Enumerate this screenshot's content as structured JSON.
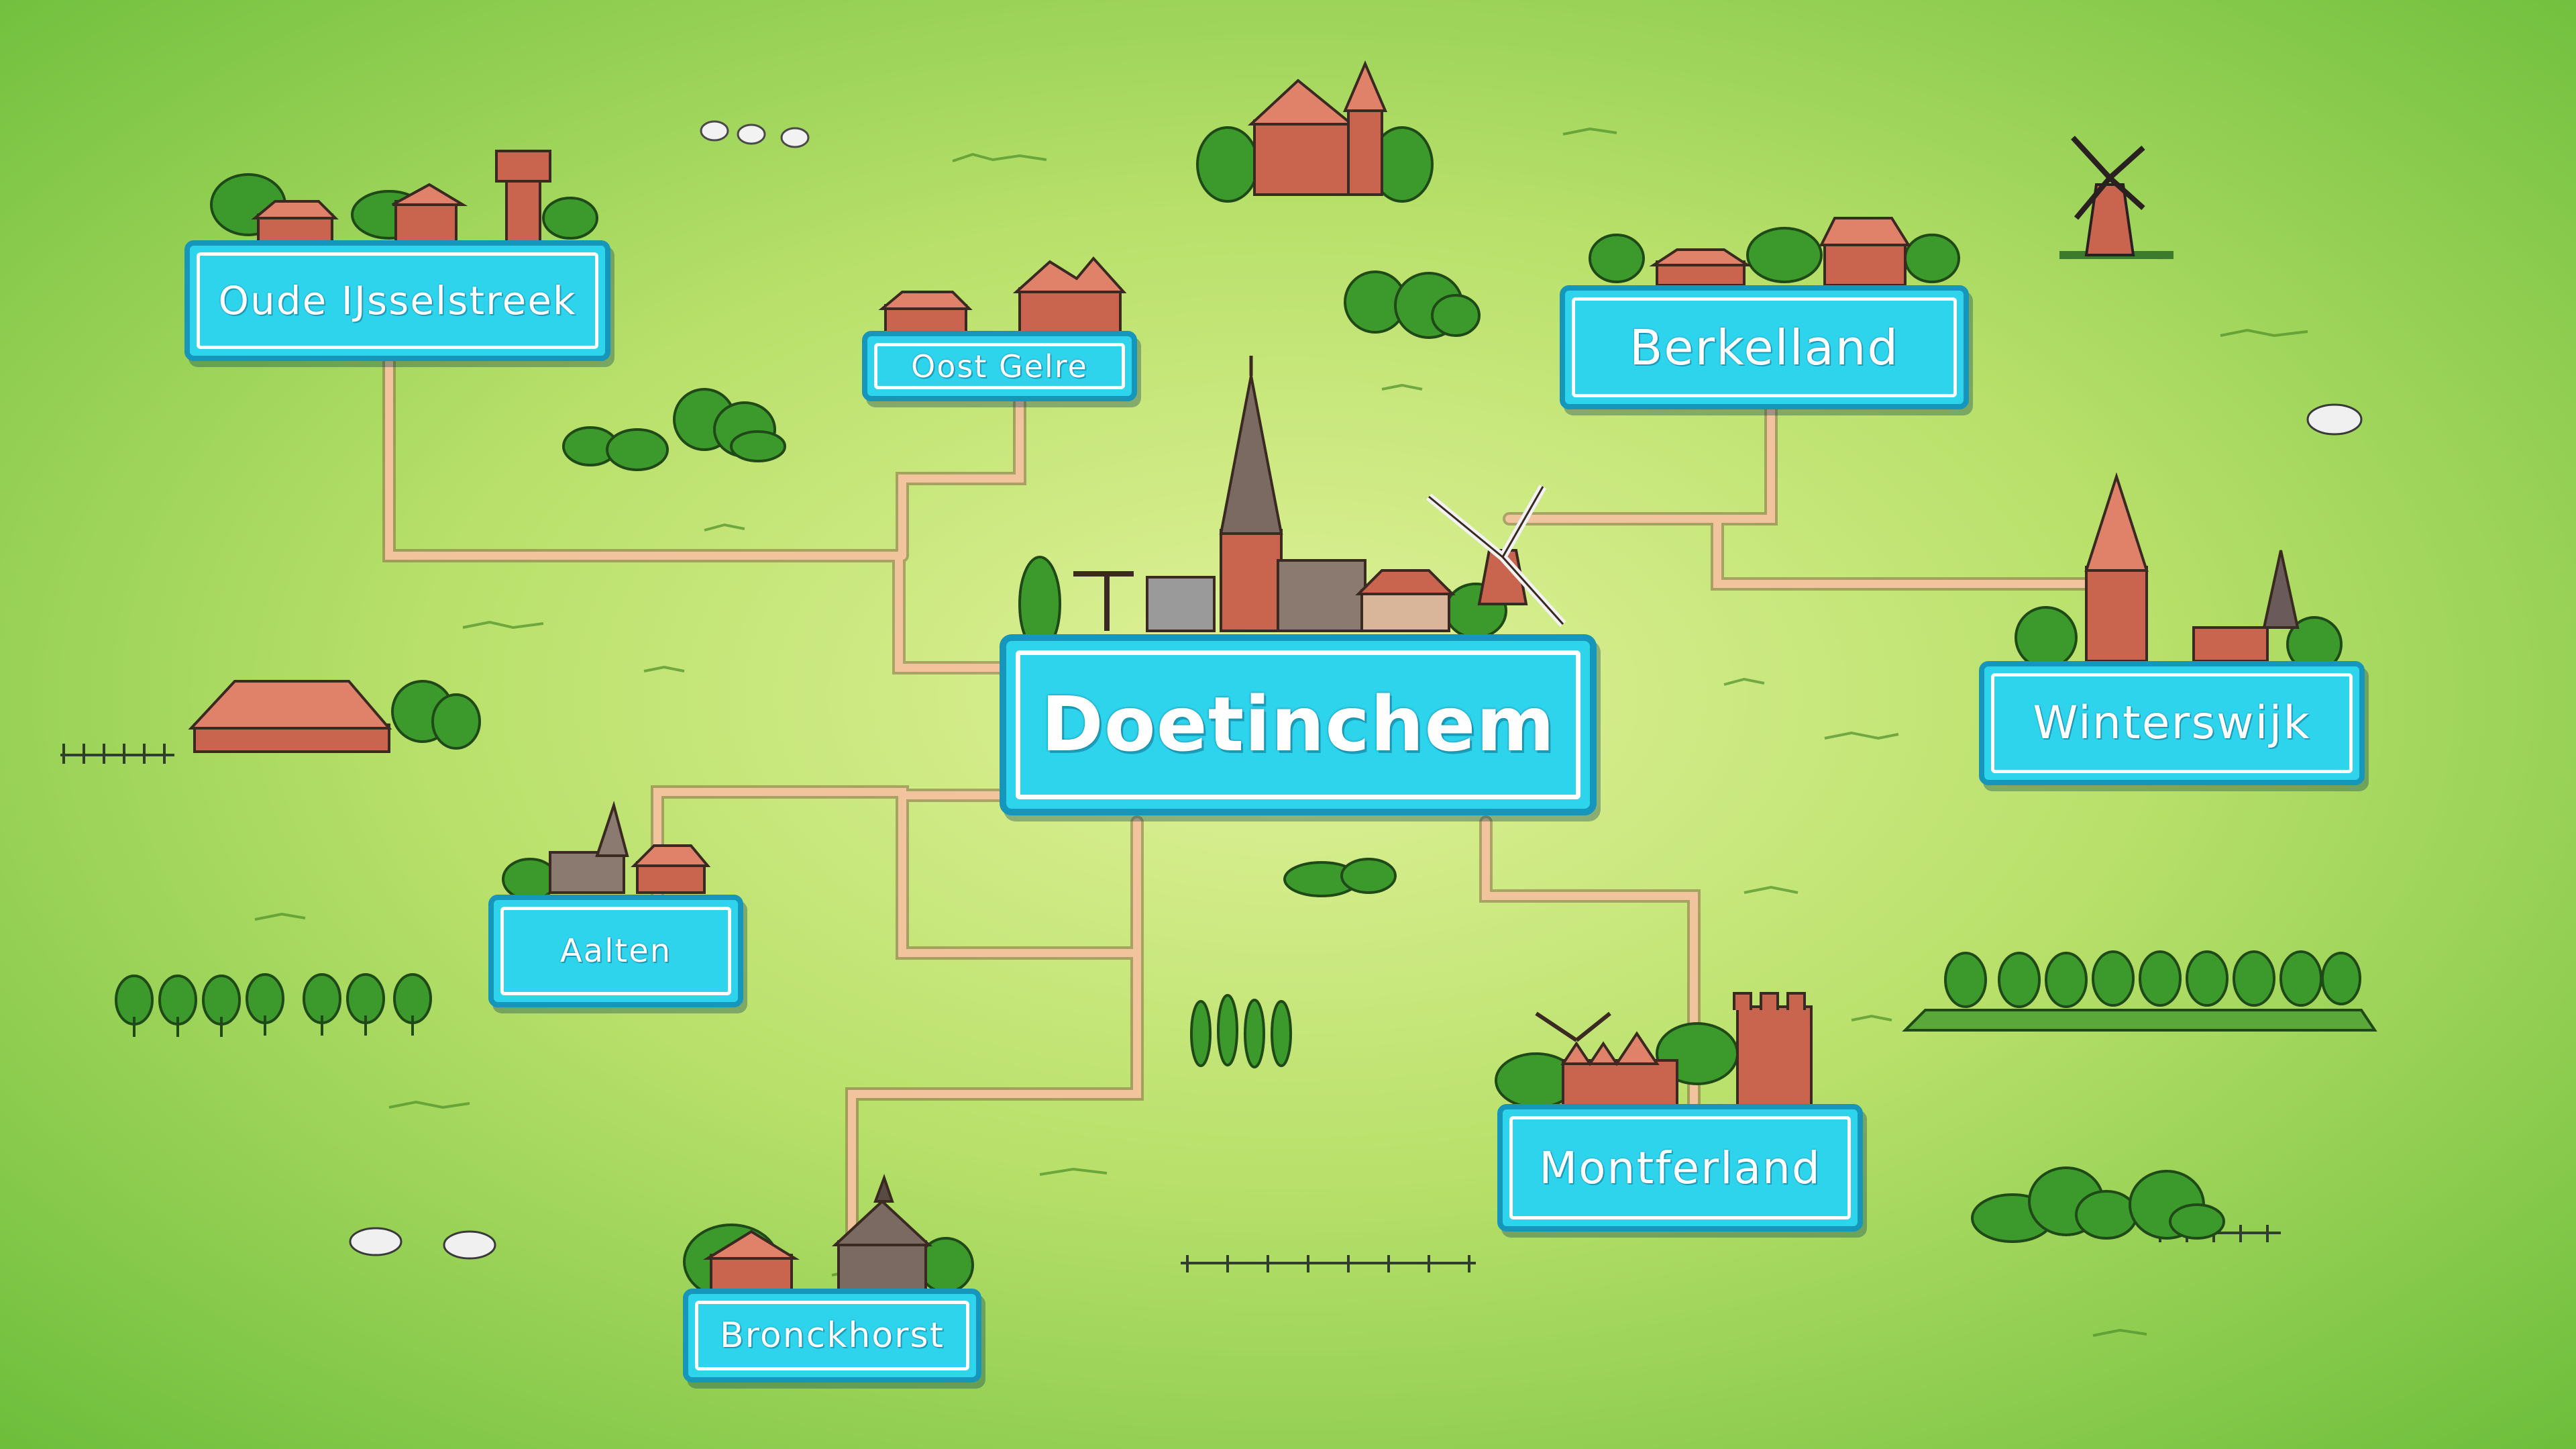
{
  "map": {
    "center": {
      "name": "Doetinchem"
    },
    "places": [
      {
        "id": "oude-ijsselstreek",
        "name": "Oude IJsselstreek"
      },
      {
        "id": "oost-gelre",
        "name": "Oost Gelre"
      },
      {
        "id": "berkelland",
        "name": "Berkelland"
      },
      {
        "id": "winterswijk",
        "name": "Winterswijk"
      },
      {
        "id": "aalten",
        "name": "Aalten"
      },
      {
        "id": "montferland",
        "name": "Montferland"
      },
      {
        "id": "bronckhorst",
        "name": "Bronckhorst"
      }
    ]
  },
  "colors": {
    "grass_light": "#d8ee8a",
    "grass_dark": "#6cbf3a",
    "sign_fill": "#2ed3ec",
    "sign_border": "#1596ba",
    "road_fill": "#f2c49e",
    "brick": "#c9654f",
    "roof": "#e0826a",
    "tree": "#3c9a2c"
  }
}
